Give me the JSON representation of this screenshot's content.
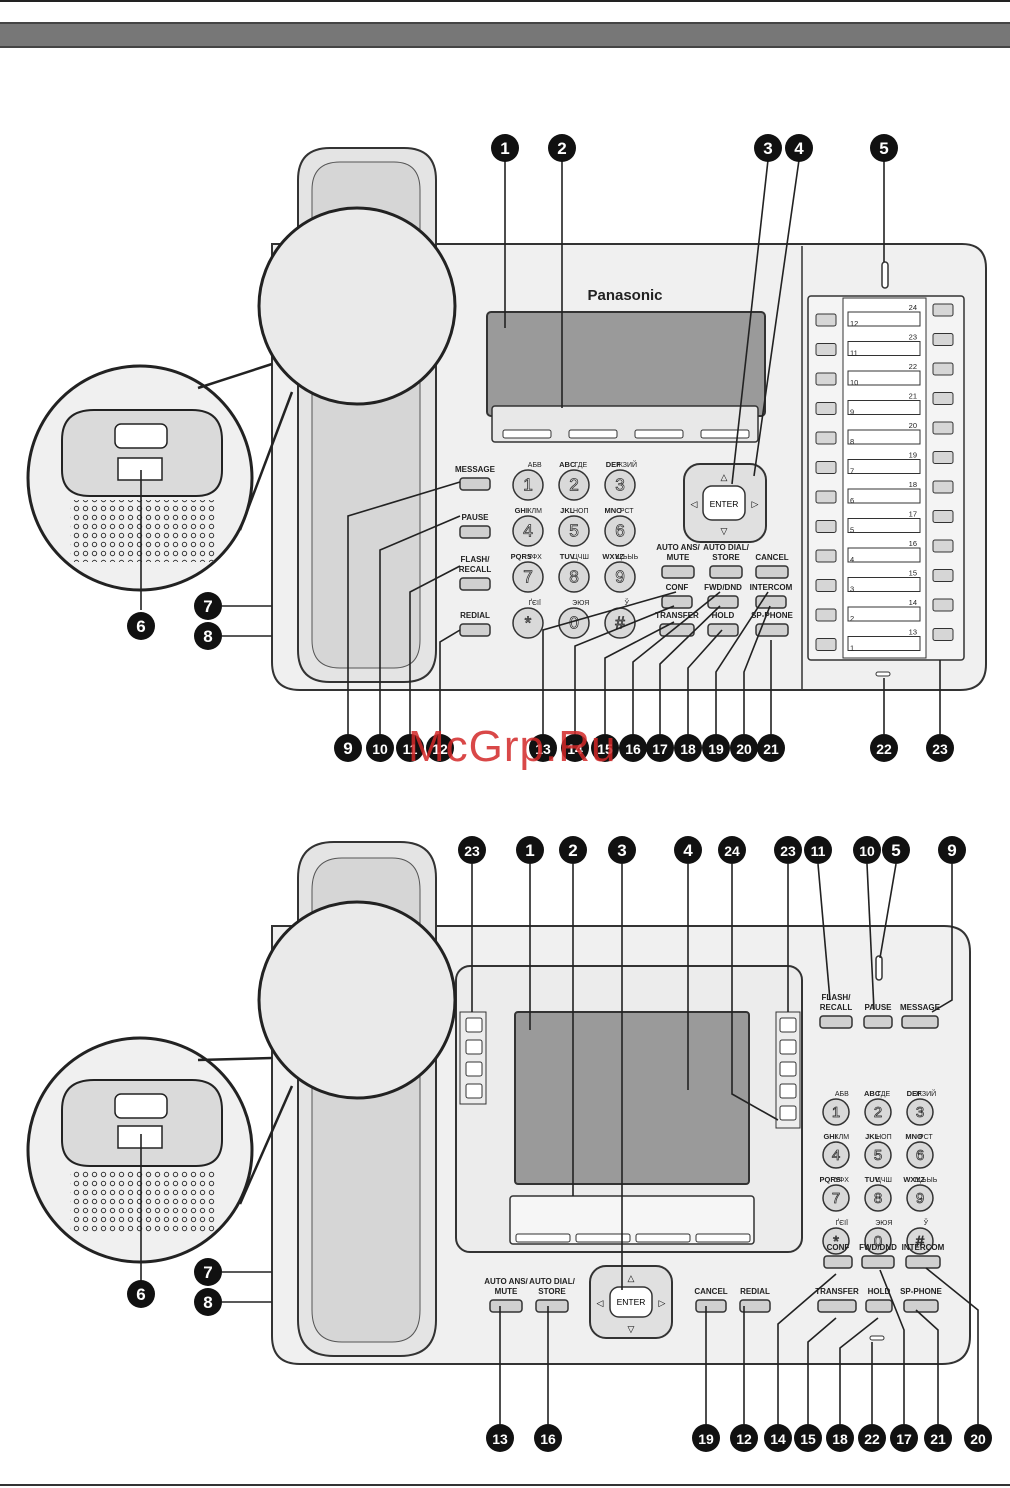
{
  "brand": "Panasonic",
  "watermark": "McGrp.Ru",
  "keypad": [
    {
      "digit": "1",
      "letters": "",
      "alt": "АБВ"
    },
    {
      "digit": "2",
      "letters": "ABC",
      "alt": "ГДЕ"
    },
    {
      "digit": "3",
      "letters": "DEF",
      "alt": "ЖЗИЙ"
    },
    {
      "digit": "4",
      "letters": "GHI",
      "alt": "КЛМ"
    },
    {
      "digit": "5",
      "letters": "JKL",
      "alt": "НОП"
    },
    {
      "digit": "6",
      "letters": "MNO",
      "alt": "РСТ"
    },
    {
      "digit": "7",
      "letters": "PQRS",
      "alt": "УФХ"
    },
    {
      "digit": "8",
      "letters": "TUV",
      "alt": "ЦЧШ"
    },
    {
      "digit": "9",
      "letters": "WXYZ",
      "alt": "ЩЪЫЬ"
    },
    {
      "digit": "*",
      "letters": "",
      "alt": "ҐЄІЇ"
    },
    {
      "digit": "0",
      "letters": "",
      "alt": "ЭЮЯ"
    },
    {
      "digit": "#",
      "letters": "",
      "alt": "Ў"
    }
  ],
  "labels": {
    "message": "MESSAGE",
    "pause": "PAUSE",
    "flash1": "FLASH/",
    "flash2": "RECALL",
    "redial": "REDIAL",
    "autoans1": "AUTO ANS/",
    "autoans2": "MUTE",
    "autodial1": "AUTO DIAL/",
    "autodial2": "STORE",
    "cancel": "CANCEL",
    "conf": "CONF",
    "fwddnd": "FWD/DND",
    "intercom": "INTERCOM",
    "transfer": "TRANSFER",
    "hold": "HOLD",
    "spphone": "SP-PHONE",
    "enter": "ENTER"
  },
  "top_callouts": {
    "row_top": [
      "1",
      "2",
      "3",
      "4",
      "5"
    ],
    "left": [
      "6",
      "7",
      "8"
    ],
    "bottom": [
      "9",
      "10",
      "11",
      "12",
      "13",
      "14",
      "15",
      "16",
      "17",
      "18",
      "19",
      "20",
      "21",
      "22",
      "23"
    ]
  },
  "bottom_callouts": {
    "row_top": [
      "23",
      "1",
      "2",
      "3",
      "4",
      "24",
      "23",
      "11",
      "10",
      "5",
      "9"
    ],
    "left": [
      "6",
      "7",
      "8"
    ],
    "bottom": [
      "13",
      "16",
      "19",
      "12",
      "14",
      "15",
      "18",
      "22",
      "17",
      "21",
      "20"
    ]
  },
  "dss_numbers": [
    "24",
    "23",
    "22",
    "21",
    "20",
    "19",
    "18",
    "17",
    "16",
    "15",
    "14",
    "13",
    "12",
    "11",
    "10",
    "9",
    "8",
    "7",
    "6",
    "5",
    "4",
    "3",
    "2",
    "1"
  ]
}
